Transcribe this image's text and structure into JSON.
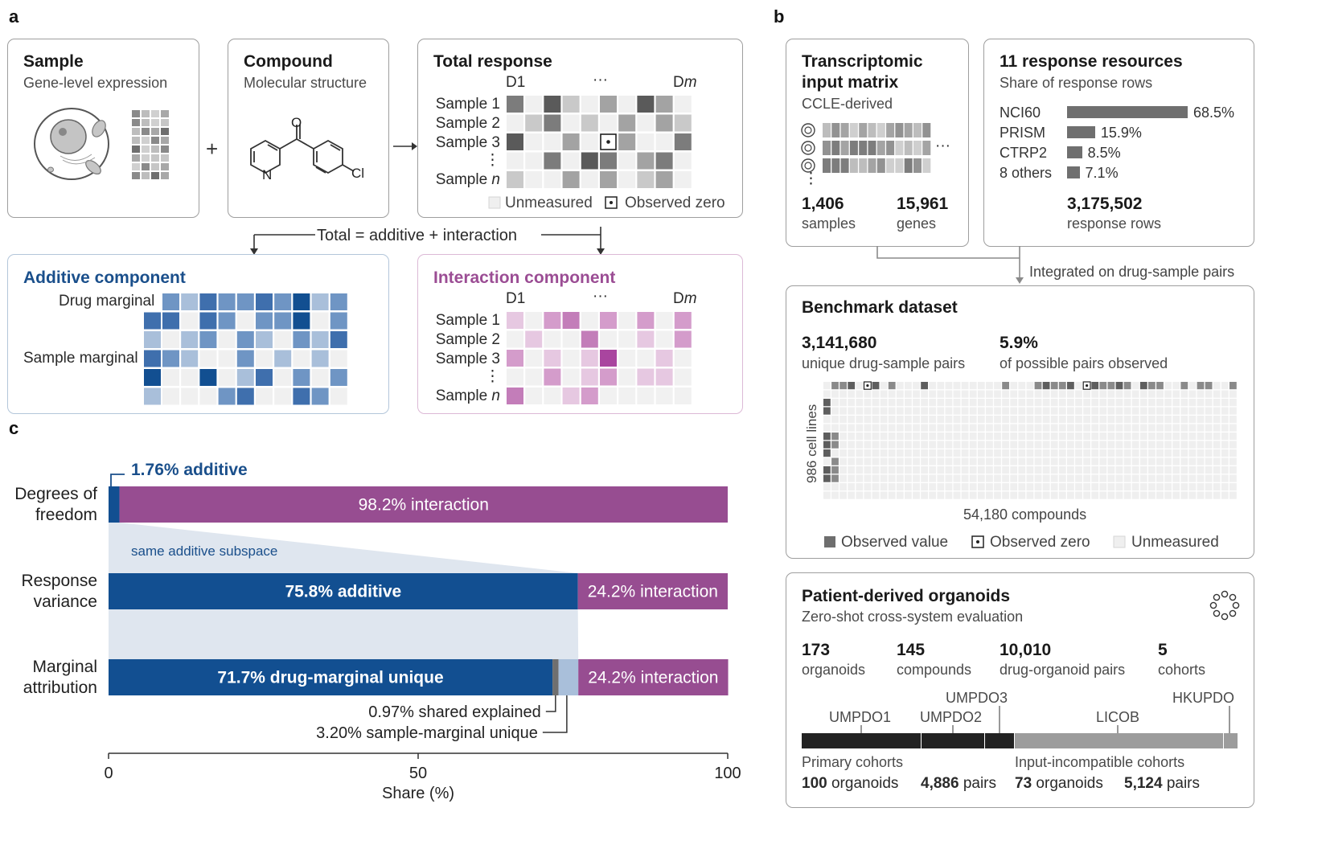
{
  "panel_letters": {
    "a": "a",
    "b": "b",
    "c": "c"
  },
  "panel_a": {
    "sample": {
      "title": "Sample",
      "subtitle": "Gene-level expression"
    },
    "plus": "+",
    "compound": {
      "title": "Compound",
      "subtitle": "Molecular structure",
      "atom_o": "O",
      "atom_n": "N",
      "atom_cl": "Cl"
    },
    "total": {
      "title": "Total response",
      "col_first": "D1",
      "col_dots": "···",
      "col_last_prefix": "D",
      "col_last_italic": "m",
      "rows": [
        "Sample 1",
        "Sample 2",
        "Sample 3",
        "⋮",
        "Sample "
      ],
      "row_n_italic": "n",
      "legend_unmeasured": "Unmeasured",
      "legend_zero": "Observed zero"
    },
    "decomposition": "Total = additive + interaction",
    "additive": {
      "title": "Additive component",
      "drug_marginal": "Drug marginal",
      "sample_marginal": "Sample marginal"
    },
    "interaction": {
      "title": "Interaction component",
      "col_first": "D1",
      "col_dots": "···",
      "col_last_prefix": "D",
      "col_last_italic": "m",
      "rows": [
        "Sample 1",
        "Sample 2",
        "Sample 3",
        "⋮",
        "Sample "
      ],
      "row_n_italic": "n"
    }
  },
  "panel_b": {
    "transcriptomic": {
      "title_line1": "Transcriptomic",
      "title_line2": "input matrix",
      "subtitle": "CCLE-derived",
      "ellipsis": "···",
      "vdots": "⋮",
      "stats": [
        {
          "value": "1,406",
          "label": "samples"
        },
        {
          "value": "15,961",
          "label": "genes"
        }
      ]
    },
    "resources": {
      "title": "11 response resources",
      "subtitle": "Share of response rows",
      "bars": [
        {
          "name": "NCI60",
          "pct": 68.5,
          "label": "68.5%"
        },
        {
          "name": "PRISM",
          "pct": 15.9,
          "label": "15.9%"
        },
        {
          "name": "CTRP2",
          "pct": 8.5,
          "label": "8.5%"
        },
        {
          "name": "8 others",
          "pct": 7.1,
          "label": "7.1%"
        }
      ],
      "total_value": "3,175,502",
      "total_label": "response rows"
    },
    "integrated": "Integrated on drug-sample pairs",
    "benchmark": {
      "title": "Benchmark dataset",
      "stats": [
        {
          "value": "3,141,680",
          "label": "unique drug-sample pairs"
        },
        {
          "value": "5.9%",
          "label": "of possible pairs observed"
        }
      ],
      "y_label": "986 cell lines",
      "x_label": "54,180 compounds",
      "legend": [
        "Observed value",
        "Observed zero",
        "Unmeasured"
      ]
    },
    "organoids": {
      "title": "Patient-derived organoids",
      "subtitle": "Zero-shot cross-system evaluation",
      "stats": [
        {
          "value": "173",
          "label": "organoids"
        },
        {
          "value": "145",
          "label": "compounds"
        },
        {
          "value": "10,010",
          "label": "drug-organoid pairs"
        },
        {
          "value": "5",
          "label": "cohorts"
        }
      ],
      "cohorts": [
        "UMPDO1",
        "UMPDO2",
        "UMPDO3",
        "LICOB",
        "HKUPDO"
      ],
      "primary": {
        "label": "Primary cohorts",
        "n1": "100",
        "l1": "organoids",
        "n2": "4,886",
        "l2": "pairs"
      },
      "incompatible": {
        "label": "Input-incompatible cohorts",
        "n1": "73",
        "l1": "organoids",
        "n2": "5,124",
        "l2": "pairs"
      }
    }
  },
  "chart_data": {
    "type": "bar",
    "orientation": "horizontal-stacked",
    "categories": [
      "Degrees of freedom",
      "Response variance",
      "Marginal attribution"
    ],
    "rows": [
      {
        "label_lines": [
          "Degrees of",
          "freedom"
        ],
        "segments": [
          {
            "name": "additive",
            "value": 1.76,
            "label": "",
            "color": "#124f91"
          },
          {
            "name": "interaction",
            "value": 98.24,
            "label": "98.2% interaction",
            "color": "#974d91"
          }
        ]
      },
      {
        "label_lines": [
          "Response",
          "variance"
        ],
        "segments": [
          {
            "name": "additive",
            "value": 75.8,
            "label": "75.8% additive",
            "color": "#124f91",
            "bold": true
          },
          {
            "name": "interaction",
            "value": 24.2,
            "label": "24.2% interaction",
            "color": "#974d91"
          }
        ]
      },
      {
        "label_lines": [
          "Marginal",
          "attribution"
        ],
        "segments": [
          {
            "name": "drug-marginal unique",
            "value": 71.7,
            "label": "71.7% drug-marginal unique",
            "color": "#124f91",
            "bold": true
          },
          {
            "name": "shared explained",
            "value": 0.97,
            "label": "",
            "color": "#6f6f6f"
          },
          {
            "name": "sample-marginal unique",
            "value": 3.2,
            "label": "",
            "color": "#a9bfda"
          },
          {
            "name": "interaction",
            "value": 24.2,
            "label": "24.2% interaction",
            "color": "#974d91"
          }
        ]
      }
    ],
    "annotations": {
      "additive_callout": "1.76% additive",
      "subspace": "same additive subspace",
      "shared": "0.97% shared explained",
      "sample_unique": "3.20% sample-marginal unique"
    },
    "xlabel": "Share (%)",
    "xlim": [
      0,
      100
    ],
    "xticks": [
      0,
      50,
      100
    ],
    "colors": {
      "additive": "#124f91",
      "interaction": "#974d91",
      "band": "#dfe6ef"
    }
  }
}
